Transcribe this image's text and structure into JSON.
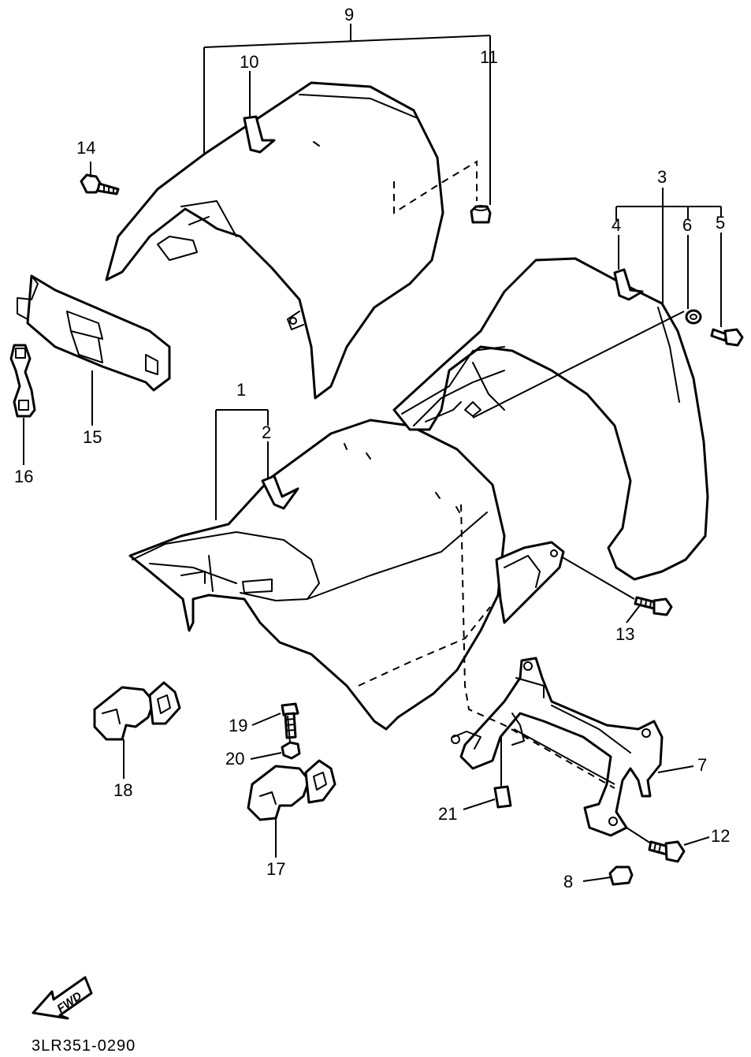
{
  "diagram": {
    "part_numbers": {
      "p1": "1",
      "p2": "2",
      "p3": "3",
      "p4": "4",
      "p5": "5",
      "p6": "6",
      "p7": "7",
      "p8": "8",
      "p9": "9",
      "p10": "10",
      "p11": "11",
      "p12": "12",
      "p13": "13",
      "p14": "14",
      "p15": "15",
      "p16": "16",
      "p17": "17",
      "p18": "18",
      "p19": "19",
      "p20": "20",
      "p21": "21"
    },
    "direction_label": "FWD",
    "drawing_code": "3LR351-0290",
    "line_color": "#000000",
    "background_color": "#ffffff"
  }
}
